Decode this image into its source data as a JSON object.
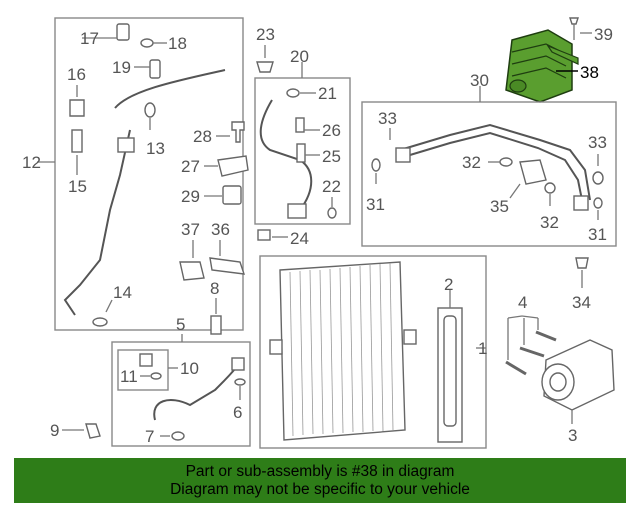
{
  "callouts": {
    "c1": "1",
    "c2": "2",
    "c3": "3",
    "c4": "4",
    "c5": "5",
    "c6": "6",
    "c7": "7",
    "c8": "8",
    "c9": "9",
    "c10": "10",
    "c11": "11",
    "c12": "12",
    "c13": "13",
    "c14": "14",
    "c15": "15",
    "c16": "16",
    "c17": "17",
    "c18": "18",
    "c19": "19",
    "c20": "20",
    "c21": "21",
    "c22": "22",
    "c23": "23",
    "c24": "24",
    "c25": "25",
    "c26": "26",
    "c27": "27",
    "c28": "28",
    "c29": "29",
    "c30": "30",
    "c31a": "31",
    "c31b": "31",
    "c32a": "32",
    "c32b": "32",
    "c33a": "33",
    "c33b": "33",
    "c34": "34",
    "c35": "35",
    "c36": "36",
    "c37": "37",
    "c38": "38",
    "c39": "39"
  },
  "colors": {
    "highlight": "#5a9e2f",
    "banner": "#2e7d18"
  },
  "banner": {
    "line1": "Part or sub-assembly is #38 in diagram",
    "line2": "Diagram may not be specific to your vehicle"
  }
}
